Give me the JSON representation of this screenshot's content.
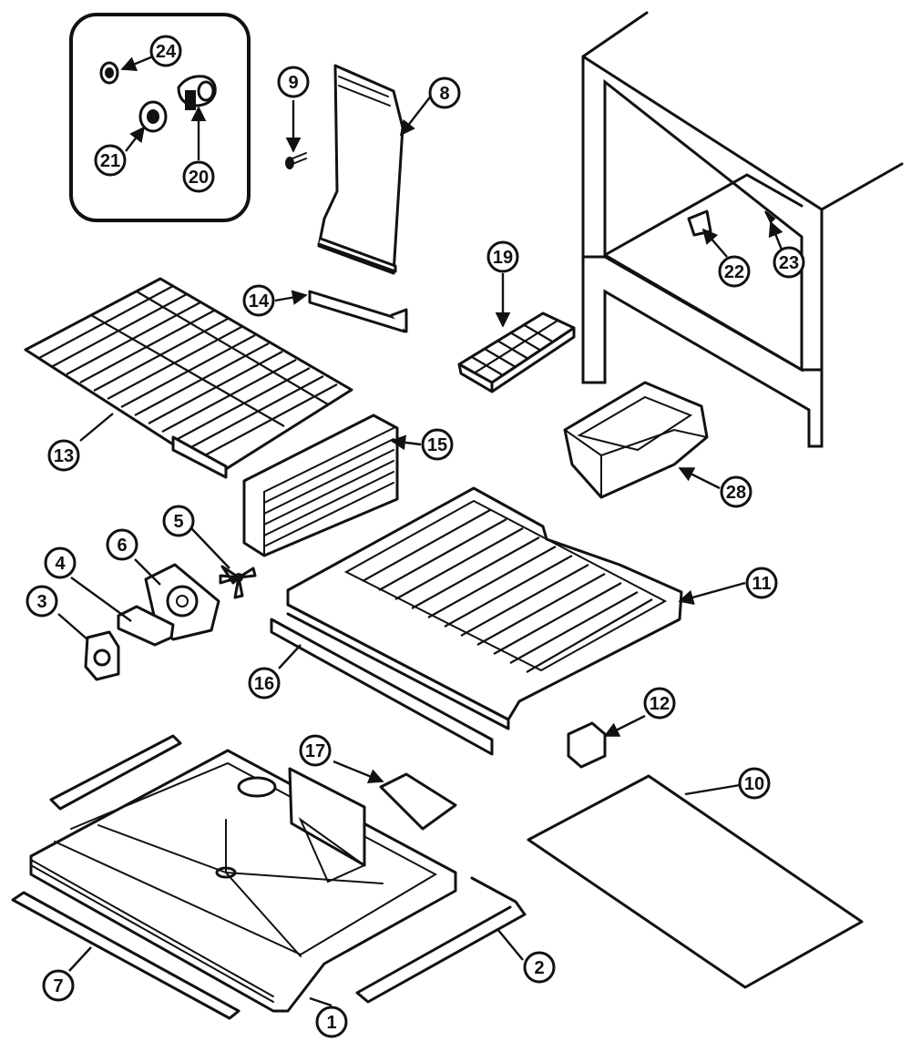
{
  "callouts": [
    "1",
    "2",
    "3",
    "4",
    "5",
    "6",
    "7",
    "8",
    "9",
    "10",
    "11",
    "12",
    "13",
    "14",
    "15",
    "16",
    "17",
    "19",
    "20",
    "21",
    "22",
    "23",
    "24",
    "28"
  ],
  "labels": {
    "c1": "1",
    "c2": "2",
    "c3": "3",
    "c4": "4",
    "c5": "5",
    "c6": "6",
    "c7": "7",
    "c8": "8",
    "c9": "9",
    "c10": "10",
    "c11": "11",
    "c12": "12",
    "c13": "13",
    "c14": "14",
    "c15": "15",
    "c16": "16",
    "c17": "17",
    "c19": "19",
    "c20": "20",
    "c21": "21",
    "c22": "22",
    "c23": "23",
    "c24": "24",
    "c28": "28"
  }
}
